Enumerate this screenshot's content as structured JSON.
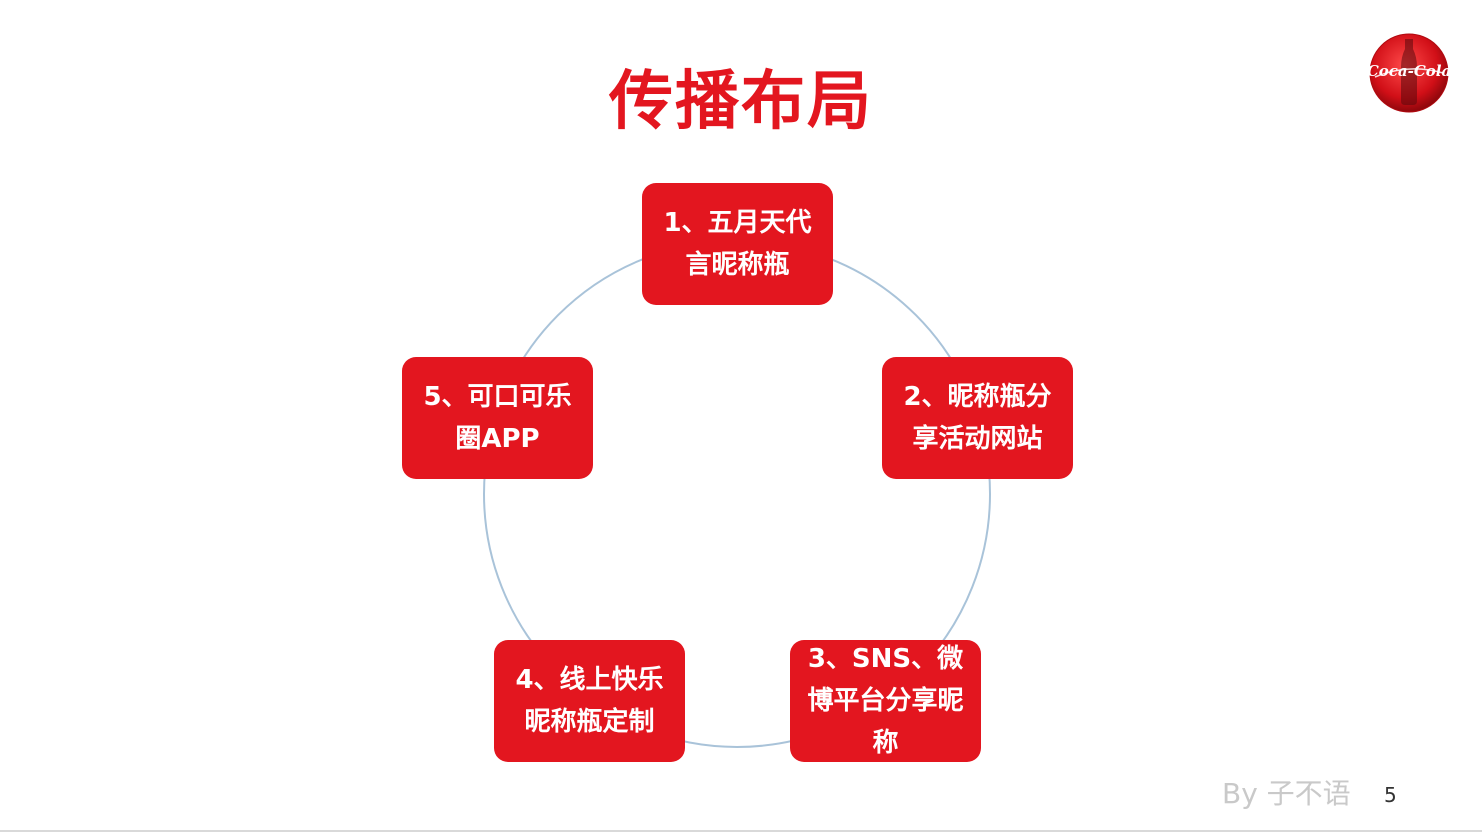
{
  "slide": {
    "title": "传播布局",
    "footer_credit": "By 子不语",
    "page_number": "5"
  },
  "logo": {
    "name": "coca-cola-logo",
    "text": "Coca-Cola"
  },
  "colors": {
    "accent_red": "#e3161f",
    "ring_stroke": "#a9c3d9",
    "node_text": "#ffffff",
    "footer_gray": "#c9c9c9"
  },
  "cycle": {
    "nodes": [
      {
        "label": "1、五月天代言昵称瓶"
      },
      {
        "label": "2、昵称瓶分享活动网站"
      },
      {
        "label": "3、SNS、微博平台分享昵称"
      },
      {
        "label": "4、线上快乐昵称瓶定制"
      },
      {
        "label": "5、可口可乐圈APP"
      }
    ]
  }
}
